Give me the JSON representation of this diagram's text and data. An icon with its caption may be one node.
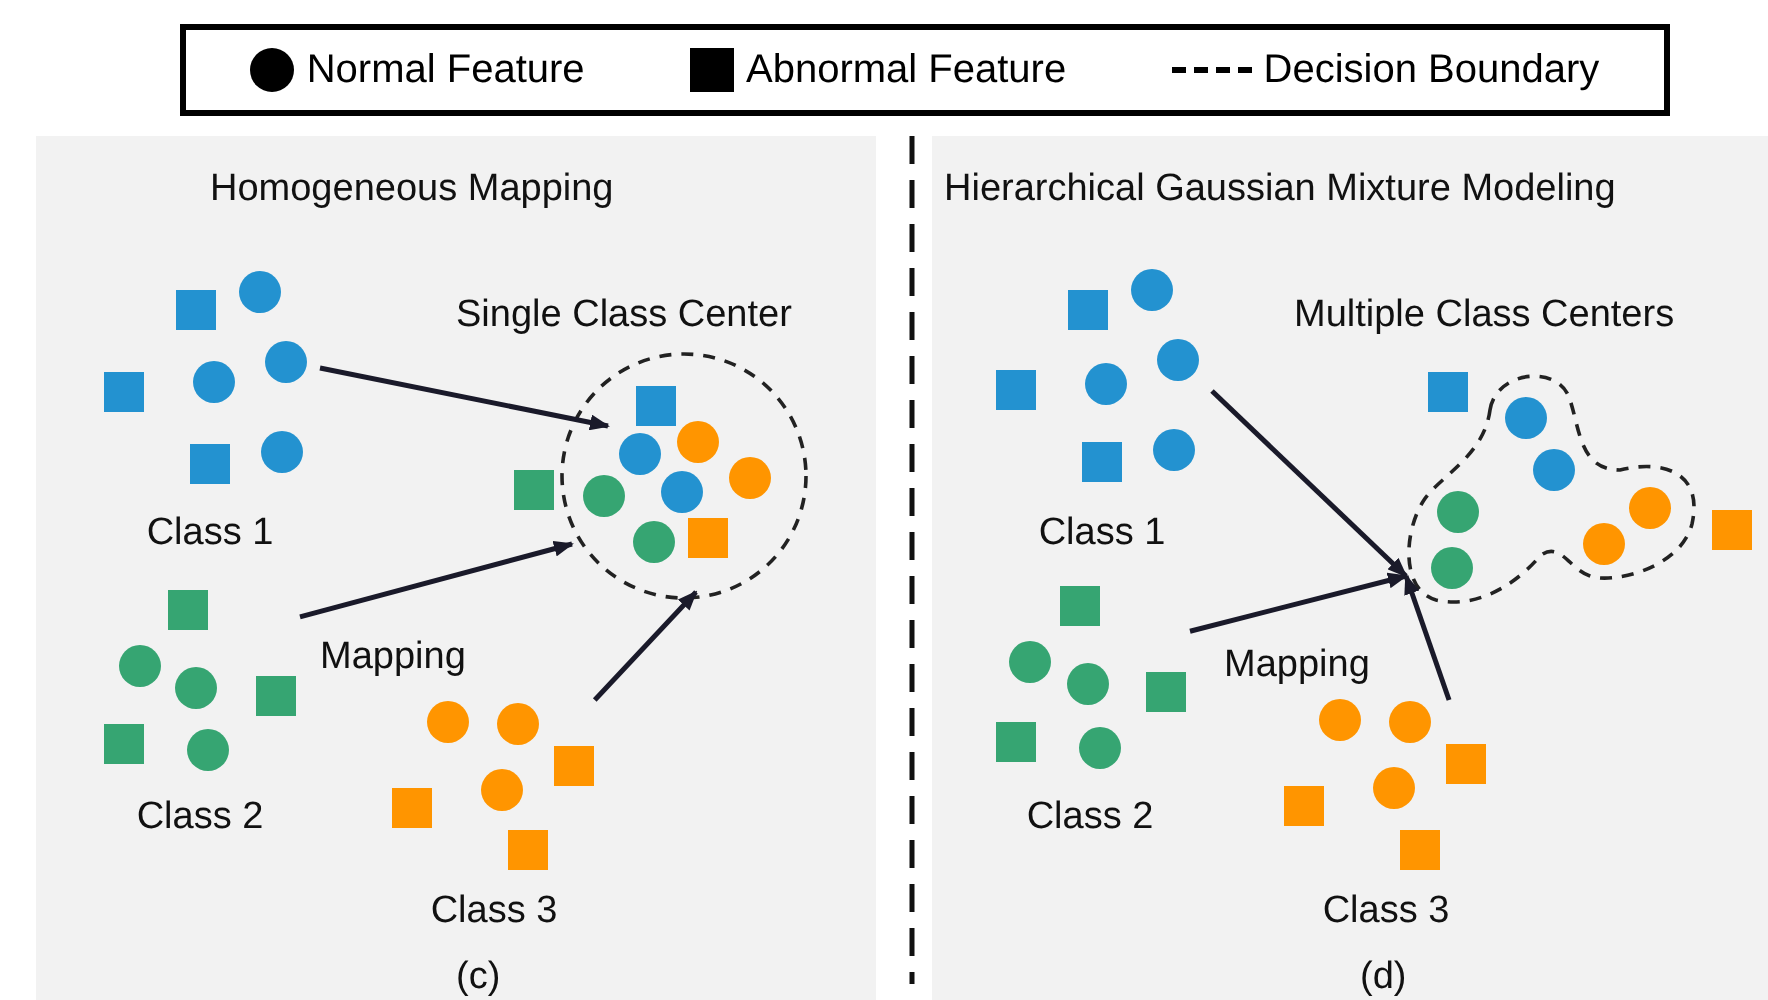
{
  "diagram": {
    "nodes": [
      {
        "text": [
          "Homogeneous Mapping",
          "(c)"
        ]
      },
      {
        "text": [
          "Class 1"
        ],
        "in": 0
      },
      {
        "text": [
          "Single Class Center"
        ],
        "in": 0
      },
      {
        "text": [
          "Class 2"
        ],
        "in": 0
      },
      {
        "text": [
          "Class 3"
        ],
        "in": 0
      },
      {
        "text": [
          "Hierarchical Gaussian Mixture Modeling",
          "(d)"
        ]
      },
      {
        "text": [
          "Class 1"
        ],
        "in": 5
      },
      {
        "text": [
          "Multiple Class Centers"
        ],
        "in": 5
      },
      {
        "text": [
          "Class 2"
        ],
        "in": 5
      },
      {
        "text": [
          "Class 3"
        ],
        "in": 5
      }
    ],
    "edges": [
      {
        "from": 1,
        "to": 2,
        "arrow": "to"
      },
      {
        "from": 3,
        "to": 2,
        "arrow": "to"
      },
      {
        "from": 4,
        "to": 2,
        "arrow": "to"
      },
      {
        "from": 6,
        "to": 7,
        "arrow": "to"
      },
      {
        "from": 8,
        "to": 7,
        "arrow": "to"
      },
      {
        "from": 9,
        "to": 7,
        "arrow": "to"
      }
    ],
    "labels": [
      "Mapping",
      "Mapping"
    ],
    "legend": [
      {
        "text": "Normal Feature"
      },
      {
        "text": "Abnormal Feature"
      },
      {
        "text": "Decision Boundary"
      }
    ]
  }
}
